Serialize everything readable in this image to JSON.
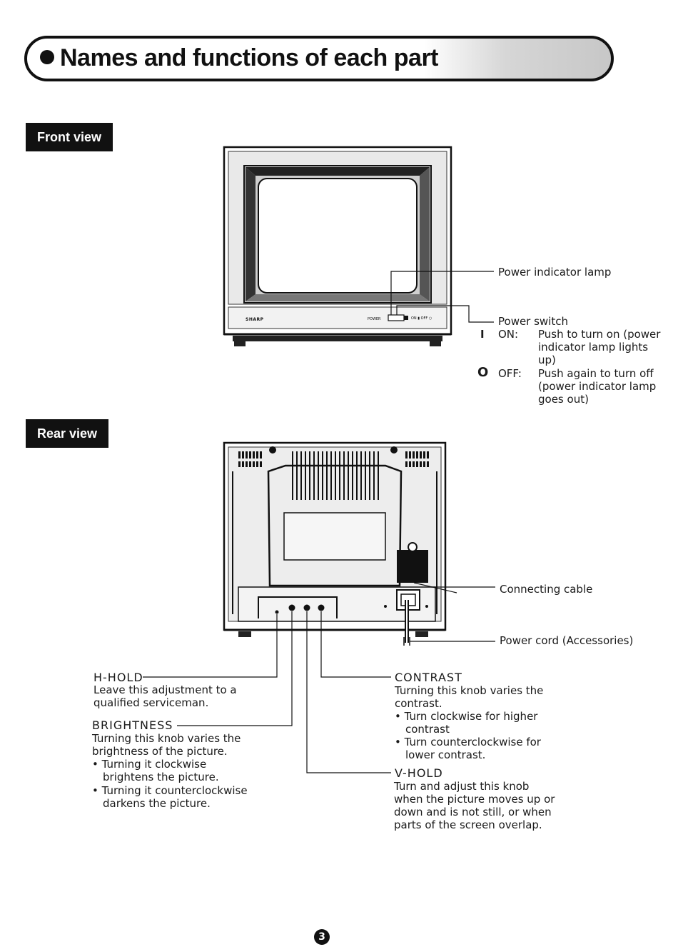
{
  "title": "Names and functions of each part",
  "front_view": {
    "label": "Front view",
    "brand": "SHARP",
    "panel_text": "POWER",
    "panel_on_off": "ON ▮ OFF ○",
    "power_indicator_lamp": "Power indicator lamp",
    "power_switch": "Power switch",
    "on_symbol": "I",
    "on_label": "ON:",
    "on_desc": [
      "Push to turn on (power",
      "indicator lamp lights",
      "up)"
    ],
    "off_symbol": "O",
    "off_label": "OFF:",
    "off_desc": [
      "Push again to turn off",
      "(power indicator lamp",
      "goes out)"
    ]
  },
  "rear_view": {
    "label": "Rear view",
    "connecting_cable": "Connecting cable",
    "power_cord": "Power cord (Accessories)",
    "h_hold": {
      "title": "H-HOLD",
      "desc": [
        "Leave this adjustment to a",
        "qualified serviceman."
      ]
    },
    "brightness": {
      "title": "BRIGHTNESS",
      "desc": [
        "Turning this knob varies the",
        "brightness of the picture."
      ],
      "bullets": [
        [
          "Turning it clockwise",
          "brightens the picture."
        ],
        [
          "Turning it counterclockwise",
          "darkens the picture."
        ]
      ]
    },
    "contrast": {
      "title": "CONTRAST",
      "desc": [
        "Turning this knob varies the",
        "contrast."
      ],
      "bullets": [
        [
          "Turn clockwise for higher",
          "contrast"
        ],
        [
          "Turn counterclockwise for",
          "lower contrast."
        ]
      ]
    },
    "v_hold": {
      "title": "V-HOLD",
      "desc": [
        "Turn and adjust this knob",
        "when the picture moves up or",
        "down and is not still, or when",
        "parts of the screen overlap."
      ]
    }
  },
  "page_number": "3"
}
